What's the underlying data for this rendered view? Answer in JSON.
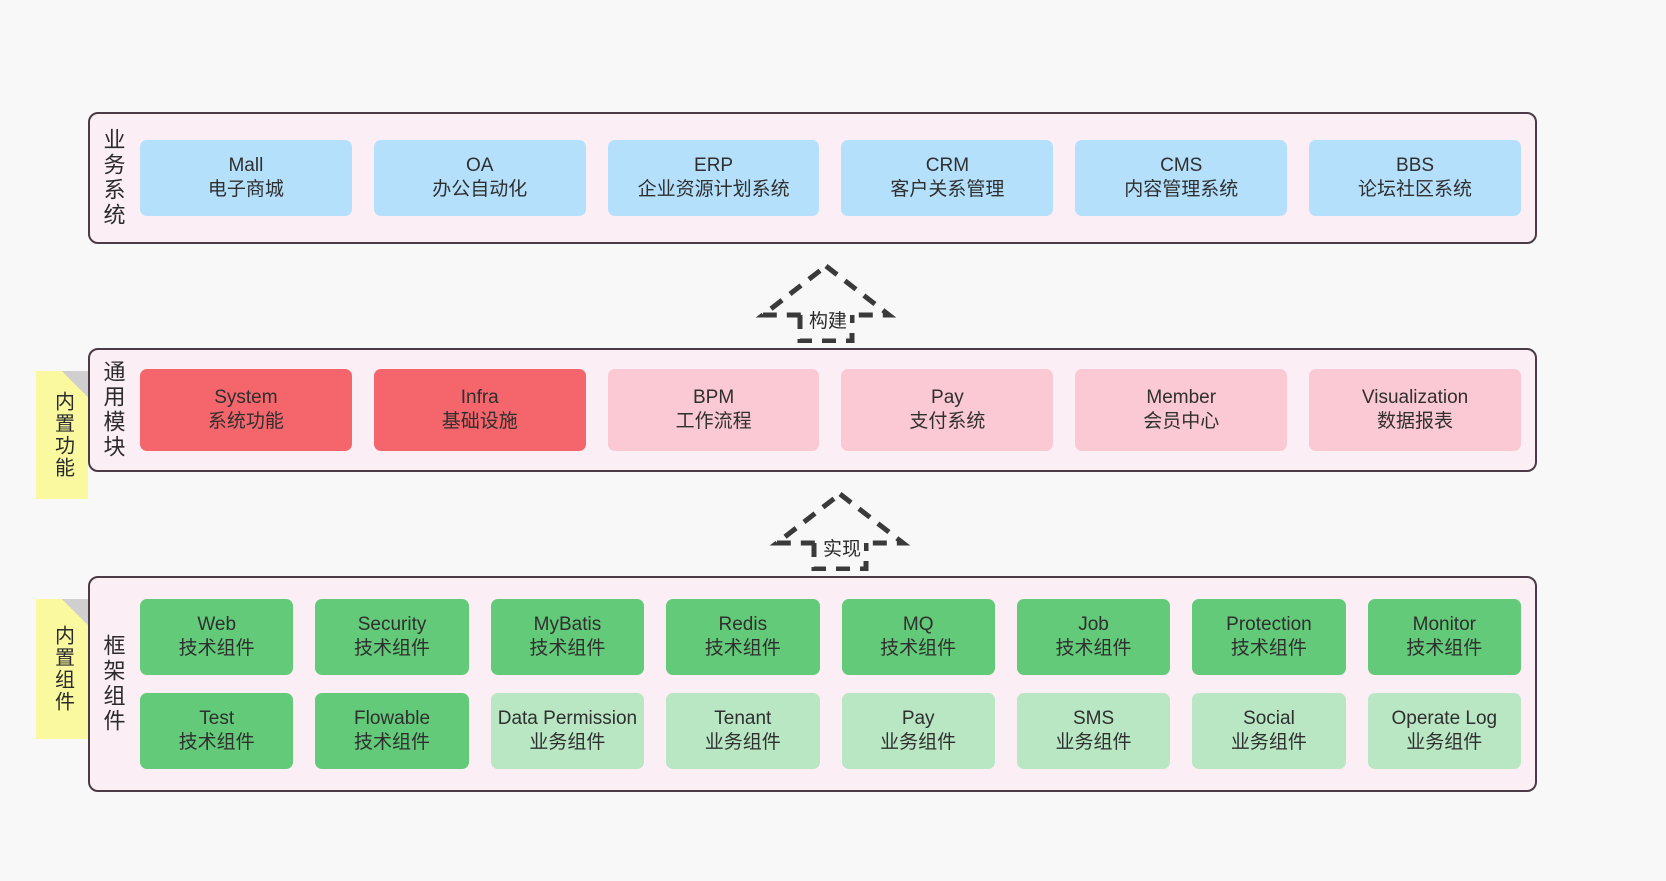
{
  "colors": {
    "page_background": "#f8f8f8",
    "layer_background": "#fbeef5",
    "layer_border": "#4b3b46",
    "business_box": "#b5e0fc",
    "module_primary": "#f4666c",
    "module_secondary": "#fbc9d3",
    "framework_tech": "#63ca79",
    "framework_biz": "#b9e7c3",
    "sticky_note": "#faf9a0",
    "text": "#2f2f2f"
  },
  "layers": [
    {
      "id": "business",
      "label": "业务系统",
      "rows": [
        [
          {
            "l1": "Mall",
            "l2": "电子商城",
            "style": "business"
          },
          {
            "l1": "OA",
            "l2": "办公自动化",
            "style": "business"
          },
          {
            "l1": "ERP",
            "l2": "企业资源计划系统",
            "style": "business"
          },
          {
            "l1": "CRM",
            "l2": "客户关系管理",
            "style": "business"
          },
          {
            "l1": "CMS",
            "l2": "内容管理系统",
            "style": "business"
          },
          {
            "l1": "BBS",
            "l2": "论坛社区系统",
            "style": "business"
          }
        ]
      ]
    },
    {
      "id": "modules",
      "label": "通用模块",
      "sticky": "内置功能",
      "rows": [
        [
          {
            "l1": "System",
            "l2": "系统功能",
            "style": "primary"
          },
          {
            "l1": "Infra",
            "l2": "基础设施",
            "style": "primary"
          },
          {
            "l1": "BPM",
            "l2": "工作流程",
            "style": "secondary"
          },
          {
            "l1": "Pay",
            "l2": "支付系统",
            "style": "secondary"
          },
          {
            "l1": "Member",
            "l2": "会员中心",
            "style": "secondary"
          },
          {
            "l1": "Visualization",
            "l2": "数据报表",
            "style": "secondary"
          }
        ]
      ]
    },
    {
      "id": "framework",
      "label": "框架组件",
      "sticky": "内置组件",
      "rows": [
        [
          {
            "l1": "Web",
            "l2": "技术组件",
            "style": "tech"
          },
          {
            "l1": "Security",
            "l2": "技术组件",
            "style": "tech"
          },
          {
            "l1": "MyBatis",
            "l2": "技术组件",
            "style": "tech"
          },
          {
            "l1": "Redis",
            "l2": "技术组件",
            "style": "tech"
          },
          {
            "l1": "MQ",
            "l2": "技术组件",
            "style": "tech"
          },
          {
            "l1": "Job",
            "l2": "技术组件",
            "style": "tech"
          },
          {
            "l1": "Protection",
            "l2": "技术组件",
            "style": "tech"
          },
          {
            "l1": "Monitor",
            "l2": "技术组件",
            "style": "tech"
          }
        ],
        [
          {
            "l1": "Test",
            "l2": "技术组件",
            "style": "tech"
          },
          {
            "l1": "Flowable",
            "l2": "技术组件",
            "style": "tech"
          },
          {
            "l1": "Data Permission",
            "l2": "业务组件",
            "style": "biz",
            "wrap": true
          },
          {
            "l1": "Tenant",
            "l2": "业务组件",
            "style": "biz"
          },
          {
            "l1": "Pay",
            "l2": "业务组件",
            "style": "biz"
          },
          {
            "l1": "SMS",
            "l2": "业务组件",
            "style": "biz"
          },
          {
            "l1": "Social",
            "l2": "业务组件",
            "style": "biz"
          },
          {
            "l1": "Operate Log",
            "l2": "业务组件",
            "style": "biz"
          }
        ]
      ]
    }
  ],
  "connectors": [
    {
      "id": "build",
      "label": "构建"
    },
    {
      "id": "implement",
      "label": "实现"
    }
  ]
}
